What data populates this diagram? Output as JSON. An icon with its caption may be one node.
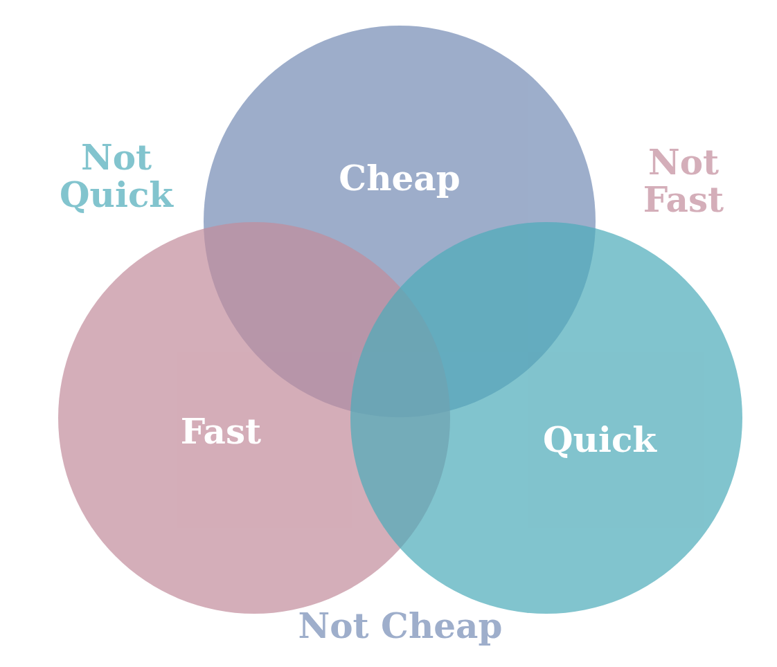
{
  "diagram": {
    "nodes": [
      {
        "text": [
          "Cheap"
        ]
      },
      {
        "text": [
          "Fast"
        ]
      },
      {
        "text": [
          "Quick"
        ]
      }
    ],
    "labels": [
      "Not Quick",
      "Not Fast",
      "Not Cheap"
    ]
  }
}
